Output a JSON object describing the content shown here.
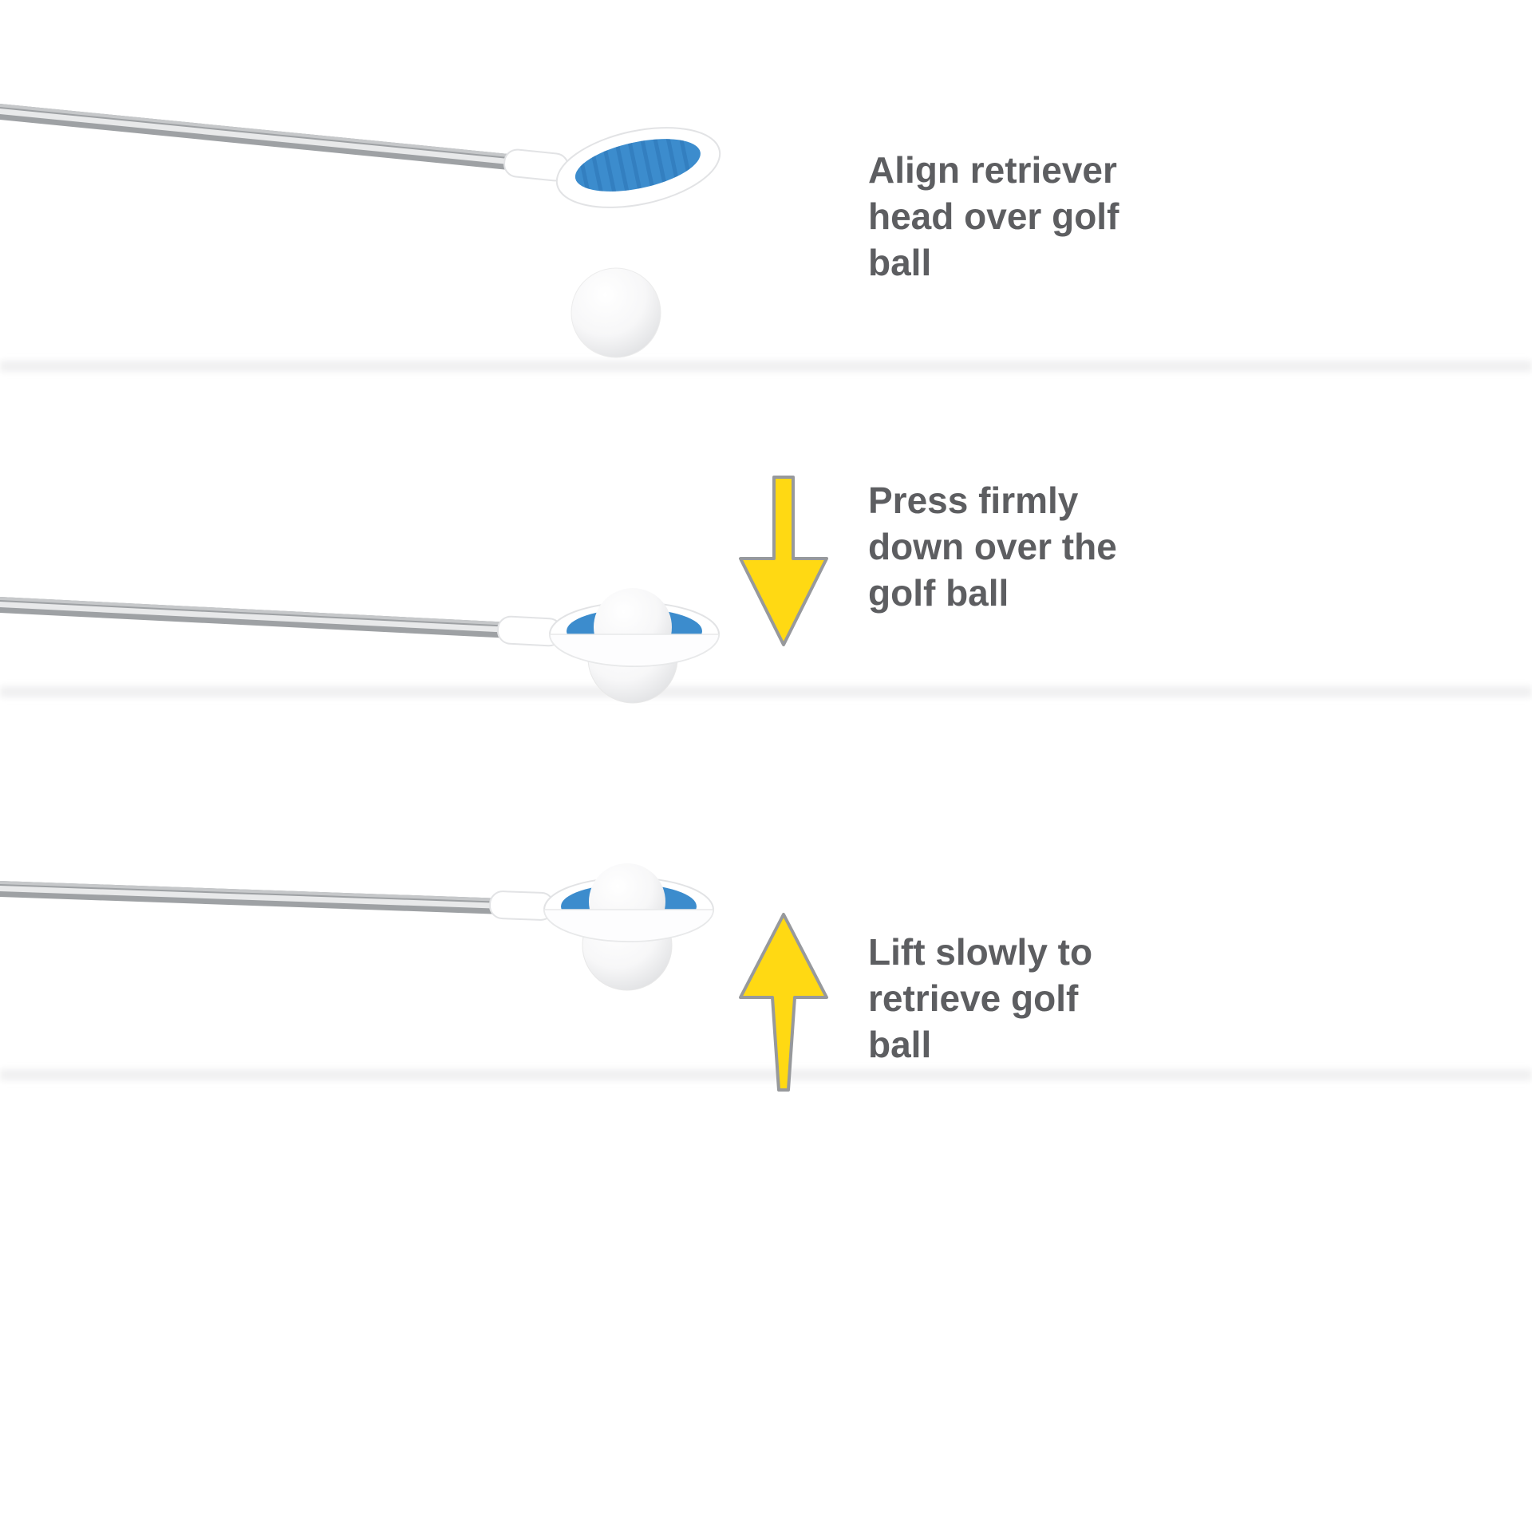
{
  "figure": {
    "background": "#ffffff",
    "type": "instruction-diagram",
    "subject": "telescopic golf ball retriever usage steps"
  },
  "colors": {
    "caption_text": "#5d5e61",
    "arrow_fill": "#ffd913",
    "arrow_outline": "#97999c",
    "retriever_blue": "#3c8ccd",
    "shaft_gray": "#9ea1a4",
    "ground_band": "#f0f0f1"
  },
  "steps": [
    {
      "index": 1,
      "caption": "Align retriever head over golf ball",
      "caption_lines": [
        "Align retriever",
        "head over golf",
        "ball"
      ],
      "arrow": "none"
    },
    {
      "index": 2,
      "caption": "Press firmly down over the golf ball",
      "caption_lines": [
        "Press firmly",
        "down over the",
        "golf ball"
      ],
      "arrow": "down"
    },
    {
      "index": 3,
      "caption": "Lift slowly to retrieve golf ball",
      "caption_lines": [
        "Lift slowly to",
        "retrieve golf",
        "ball"
      ],
      "arrow": "up"
    }
  ]
}
